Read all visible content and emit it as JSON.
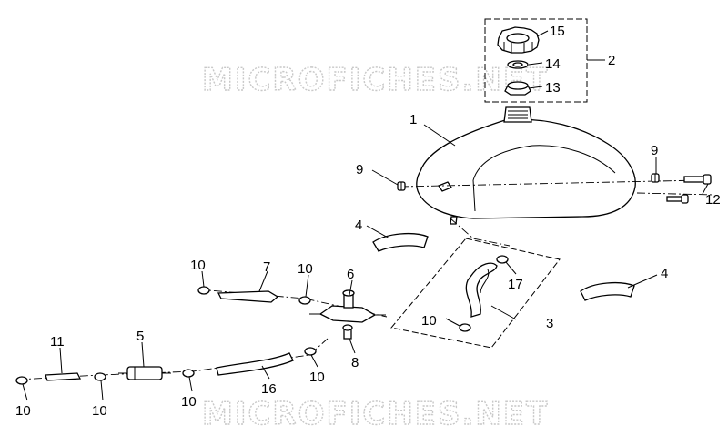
{
  "watermark": "MICROFICHES.NET",
  "callouts": [
    "1",
    "2",
    "3",
    "4",
    "4",
    "5",
    "6",
    "7",
    "8",
    "9",
    "9",
    "10",
    "10",
    "10",
    "10",
    "10",
    "10",
    "10",
    "11",
    "12",
    "13",
    "14",
    "15",
    "16",
    "17"
  ]
}
